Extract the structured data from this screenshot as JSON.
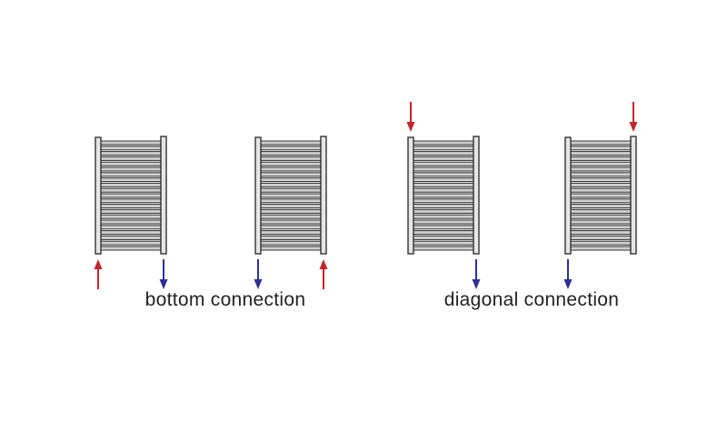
{
  "labels": {
    "bottom": "bottom connection",
    "diagonal": "diagonal connection"
  },
  "colors": {
    "inflow": "#c1272d",
    "outflow": "#2e3192",
    "frame": "#333333",
    "bar_fill": "#cfcfcf"
  },
  "radiators": [
    {
      "group": "bottom",
      "arrows": [
        {
          "side": "left",
          "pos": "bottom",
          "dir": "up",
          "flow": "inflow"
        },
        {
          "side": "right",
          "pos": "bottom",
          "dir": "down",
          "flow": "outflow"
        }
      ]
    },
    {
      "group": "bottom",
      "arrows": [
        {
          "side": "left",
          "pos": "bottom",
          "dir": "down",
          "flow": "outflow"
        },
        {
          "side": "right",
          "pos": "bottom",
          "dir": "up",
          "flow": "inflow"
        }
      ]
    },
    {
      "group": "diagonal",
      "arrows": [
        {
          "side": "left",
          "pos": "top",
          "dir": "down",
          "flow": "inflow"
        },
        {
          "side": "right",
          "pos": "bottom",
          "dir": "down",
          "flow": "outflow"
        }
      ]
    },
    {
      "group": "diagonal",
      "arrows": [
        {
          "side": "right",
          "pos": "top",
          "dir": "down",
          "flow": "inflow"
        },
        {
          "side": "left",
          "pos": "bottom",
          "dir": "down",
          "flow": "outflow"
        }
      ]
    }
  ]
}
